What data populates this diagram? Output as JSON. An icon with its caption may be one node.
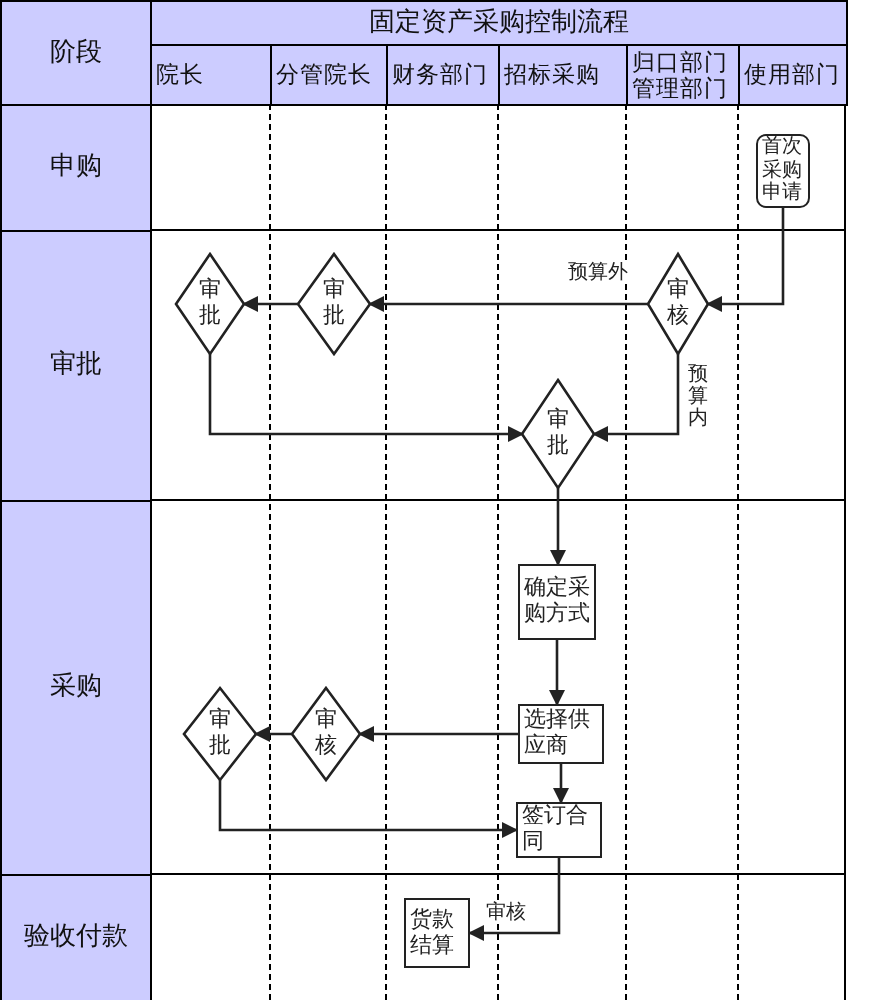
{
  "diagram": {
    "title": "固定资产采购控制流程",
    "nodes": [
      {
        "text": [
          "首次采购申请"
        ]
      },
      {
        "text": [
          "审核"
        ]
      },
      {
        "text": [
          "审批"
        ]
      },
      {
        "text": [
          "审批"
        ]
      },
      {
        "text": [
          "审批"
        ]
      },
      {
        "text": [
          "确定采购方式"
        ]
      },
      {
        "text": [
          "选择供应商"
        ]
      },
      {
        "text": [
          "审核"
        ]
      },
      {
        "text": [
          "审批"
        ]
      },
      {
        "text": [
          "签订合同"
        ]
      },
      {
        "text": [
          "货款结算"
        ]
      }
    ],
    "edges": [
      {
        "from": 0,
        "to": 1,
        "arrow": "to"
      },
      {
        "from": 1,
        "to": 2,
        "arrow": "to",
        "label": "预算外"
      },
      {
        "from": 2,
        "to": 3,
        "arrow": "to"
      },
      {
        "from": 3,
        "to": 4,
        "arrow": "to"
      },
      {
        "from": 1,
        "to": 4,
        "arrow": "to",
        "label": "预算内"
      },
      {
        "from": 4,
        "to": 5,
        "arrow": "to"
      },
      {
        "from": 5,
        "to": 6,
        "arrow": "to"
      },
      {
        "from": 6,
        "to": 7,
        "arrow": "to"
      },
      {
        "from": 7,
        "to": 8,
        "arrow": "to"
      },
      {
        "from": 6,
        "to": 9,
        "arrow": "to"
      },
      {
        "from": 8,
        "to": 9,
        "arrow": "to"
      },
      {
        "from": 9,
        "to": 10,
        "arrow": "to",
        "label": "审核"
      }
    ],
    "labels": [
      "阶段",
      "院长",
      "分管院长",
      "财务部门",
      "招标采购",
      "归口部门管理部门",
      "使用部门",
      "申购",
      "审批",
      "采购",
      "验收付款"
    ]
  }
}
